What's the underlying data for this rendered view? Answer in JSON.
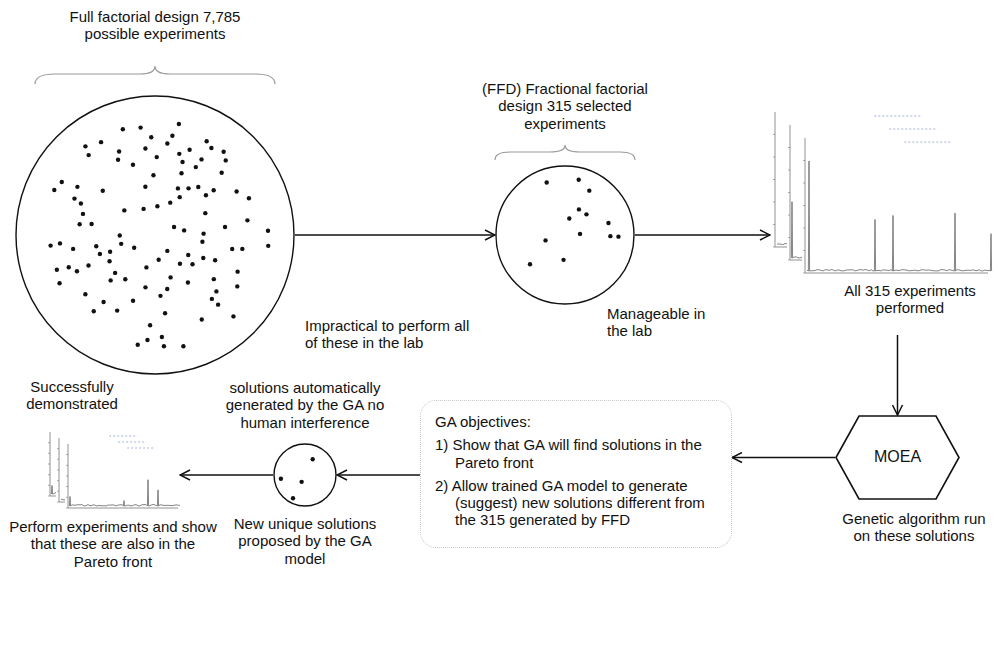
{
  "diagram": {
    "nodes": [
      {
        "text": [
          "Full factorial design 7,785 possible experiments",
          "Impractical to perform all of these in the lab"
        ]
      },
      {
        "text": [
          "(FFD) Fractional factorial design 315 selected experiments",
          "Manageable in the lab"
        ]
      },
      {
        "text": [
          "All 315 experiments performed"
        ]
      },
      {
        "text": [
          "MOEA",
          "Genetic algorithm run on these solutions"
        ]
      },
      {
        "text": [
          "GA objectives:",
          "1) Show that GA will find solutions in the Pareto front",
          "2) Allow trained GA model to generate (suggest) new solutions different from the 315 generated by FFD"
        ]
      },
      {
        "text": [
          "solutions automatically generated by the GA no human interference",
          "New unique solutions proposed by the GA model"
        ]
      },
      {
        "text": [
          "Successfully demonstrated",
          "Perform experiments and show that these are also in the Pareto front"
        ]
      }
    ],
    "edges": [
      {
        "from": 0,
        "to": 1,
        "arrow": "to"
      },
      {
        "from": 1,
        "to": 2,
        "arrow": "to"
      },
      {
        "from": 2,
        "to": 3,
        "arrow": "to"
      },
      {
        "from": 3,
        "to": 4,
        "arrow": "to"
      },
      {
        "from": 4,
        "to": 5,
        "arrow": "to"
      },
      {
        "from": 5,
        "to": 6,
        "arrow": "to"
      }
    ]
  }
}
